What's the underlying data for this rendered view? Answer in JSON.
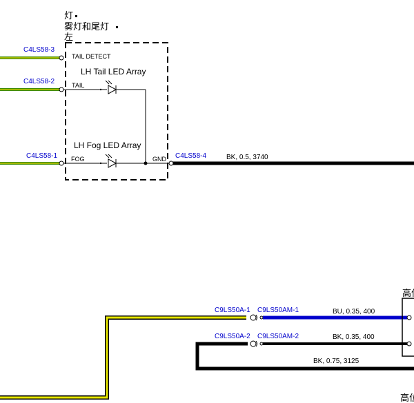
{
  "component_title": {
    "line1": "灯",
    "line2": "雾灯和尾灯",
    "line3": "左"
  },
  "component_title_right": "高位",
  "component_title_right_bottom": "高位",
  "pins": {
    "tail_detect": "TAIL DETECT",
    "tail": "TAIL",
    "fog": "FOG",
    "gnd": "GND"
  },
  "arrays": {
    "tail": "LH Tail LED Array",
    "fog": "LH Fog LED Array"
  },
  "connectors": {
    "c4ls58_3": "C4LS58-3",
    "c4ls58_2": "C4LS58-2",
    "c4ls58_1": "C4LS58-1",
    "c4ls58_4": "C4LS58-4",
    "c9ls50a_1": "C9LS50A-1",
    "c9ls50am_1": "C9LS50AM-1",
    "c9ls50a_2": "C9LS50A-2",
    "c9ls50am_2": "C9LS50AM-2"
  },
  "wires": {
    "gnd_wire": "BK,  0.5,  3740",
    "bu_wire": "BU,  0.35,  400",
    "bk_wire_top": "BK,  0.35,  400",
    "bk_wire_bottom": "BK,  0.75,  3125"
  },
  "colors": {
    "green_yellow": "#b8b800",
    "green_wire": "#3a8a00",
    "blue_wire": "#0000cc",
    "black_wire": "#000000",
    "connector_text": "#0000cc"
  }
}
